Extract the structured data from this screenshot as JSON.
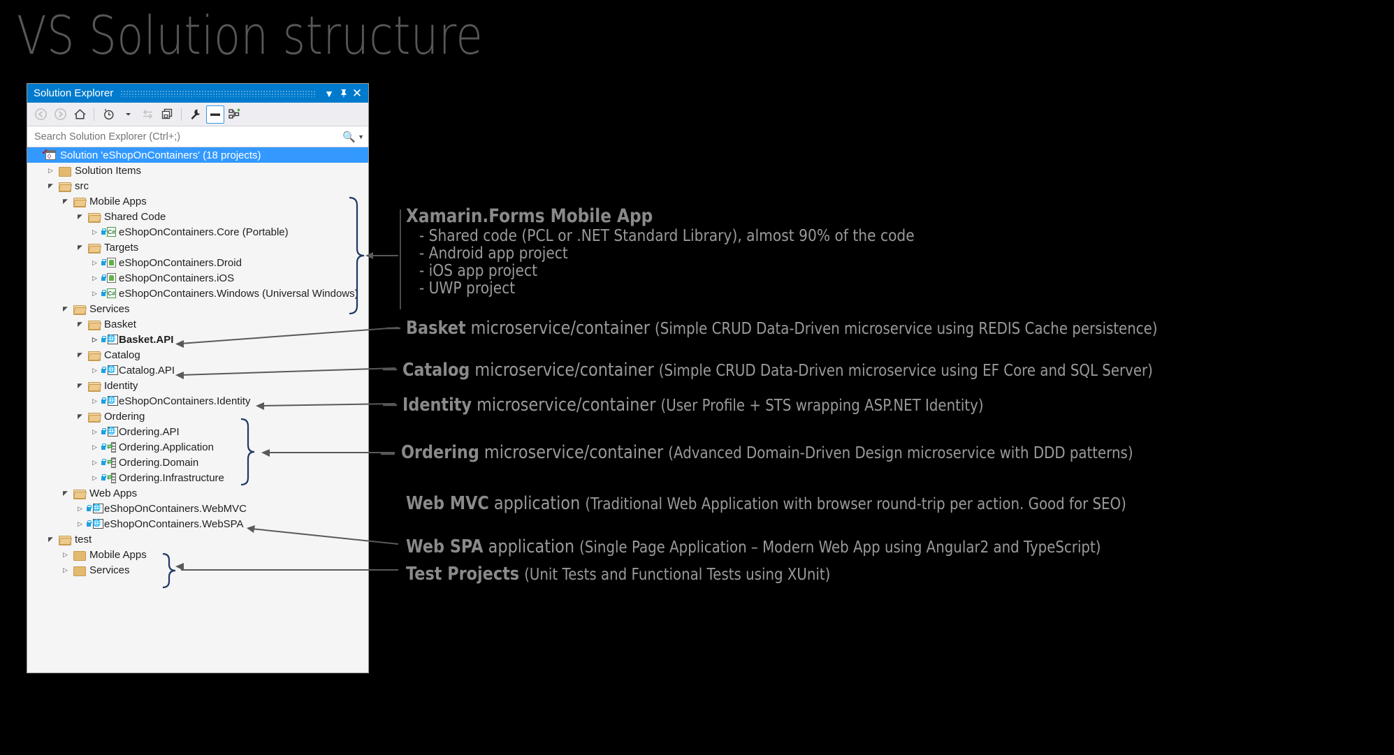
{
  "slide": {
    "title": "VS Solution structure"
  },
  "solution_explorer": {
    "window_title": "Solution Explorer",
    "titlebar_buttons": [
      {
        "name": "dropdown",
        "glyph": "▼"
      },
      {
        "name": "pin",
        "glyph": "⫾"
      },
      {
        "name": "close",
        "glyph": "✕"
      }
    ],
    "toolbar": [
      {
        "name": "back",
        "glyph": "◀"
      },
      {
        "name": "forward",
        "glyph": "▶"
      },
      {
        "name": "home",
        "glyph": "⌂"
      },
      {
        "name": "pending-changes",
        "glyph": "◴"
      },
      {
        "name": "pending-changes-dropdown",
        "glyph": "▾"
      },
      {
        "name": "sync-with-active-document",
        "glyph": "⇆"
      },
      {
        "name": "properties",
        "glyph": "⧉"
      },
      {
        "name": "preview-selected-items",
        "glyph": "⚒"
      },
      {
        "name": "show-all-files",
        "glyph": "➖"
      },
      {
        "name": "collapse-all",
        "glyph": "⛓"
      }
    ],
    "search": {
      "placeholder": "Search Solution Explorer (Ctrl+;)",
      "value": ""
    },
    "tree": [
      {
        "depth": 0,
        "exp": "checked",
        "icon": "solution",
        "label": "Solution 'eShopOnContainers' (18 projects)",
        "selected": true,
        "bold": false
      },
      {
        "depth": 1,
        "exp": "collapsed",
        "icon": "folder-closed",
        "label": "Solution Items",
        "selected": false,
        "bold": false
      },
      {
        "depth": 1,
        "exp": "expanded",
        "icon": "folder-open",
        "label": "src",
        "selected": false,
        "bold": false
      },
      {
        "depth": 2,
        "exp": "expanded",
        "icon": "folder-open",
        "label": "Mobile Apps",
        "selected": false,
        "bold": false
      },
      {
        "depth": 3,
        "exp": "expanded",
        "icon": "folder-open",
        "label": "Shared Code",
        "selected": false,
        "bold": false
      },
      {
        "depth": 4,
        "exp": "collapsed",
        "icon": "project-cs",
        "label": "eShopOnContainers.Core (Portable)",
        "selected": false,
        "bold": false
      },
      {
        "depth": 3,
        "exp": "expanded",
        "icon": "folder-open",
        "label": "Targets",
        "selected": false,
        "bold": false
      },
      {
        "depth": 4,
        "exp": "collapsed",
        "icon": "project-droid",
        "label": "eShopOnContainers.Droid",
        "selected": false,
        "bold": false
      },
      {
        "depth": 4,
        "exp": "collapsed",
        "icon": "project-ios",
        "label": "eShopOnContainers.iOS",
        "selected": false,
        "bold": false
      },
      {
        "depth": 4,
        "exp": "collapsed",
        "icon": "project-cs",
        "label": "eShopOnContainers.Windows (Universal Windows)",
        "selected": false,
        "bold": false
      },
      {
        "depth": 2,
        "exp": "expanded",
        "icon": "folder-open",
        "label": "Services",
        "selected": false,
        "bold": false
      },
      {
        "depth": 3,
        "exp": "expanded",
        "icon": "folder-open",
        "label": "Basket",
        "selected": false,
        "bold": false
      },
      {
        "depth": 4,
        "exp": "collapsed",
        "icon": "project-web",
        "label": "Basket.API",
        "selected": false,
        "bold": true
      },
      {
        "depth": 3,
        "exp": "expanded",
        "icon": "folder-open",
        "label": "Catalog",
        "selected": false,
        "bold": false
      },
      {
        "depth": 4,
        "exp": "collapsed",
        "icon": "project-web",
        "label": "Catalog.API",
        "selected": false,
        "bold": false
      },
      {
        "depth": 3,
        "exp": "expanded",
        "icon": "folder-open",
        "label": "Identity",
        "selected": false,
        "bold": false
      },
      {
        "depth": 4,
        "exp": "collapsed",
        "icon": "project-web",
        "label": "eShopOnContainers.Identity",
        "selected": false,
        "bold": false
      },
      {
        "depth": 3,
        "exp": "expanded",
        "icon": "folder-open",
        "label": "Ordering",
        "selected": false,
        "bold": false
      },
      {
        "depth": 4,
        "exp": "collapsed",
        "icon": "project-web",
        "label": "Ordering.API",
        "selected": false,
        "bold": false
      },
      {
        "depth": 4,
        "exp": "collapsed",
        "icon": "project-lib",
        "label": "Ordering.Application",
        "selected": false,
        "bold": false
      },
      {
        "depth": 4,
        "exp": "collapsed",
        "icon": "project-lib",
        "label": "Ordering.Domain",
        "selected": false,
        "bold": false
      },
      {
        "depth": 4,
        "exp": "collapsed",
        "icon": "project-lib",
        "label": "Ordering.Infrastructure",
        "selected": false,
        "bold": false
      },
      {
        "depth": 2,
        "exp": "expanded",
        "icon": "folder-open",
        "label": "Web Apps",
        "selected": false,
        "bold": false
      },
      {
        "depth": 3,
        "exp": "collapsed",
        "icon": "project-web",
        "label": "eShopOnContainers.WebMVC",
        "selected": false,
        "bold": false
      },
      {
        "depth": 3,
        "exp": "collapsed",
        "icon": "project-web",
        "label": "eShopOnContainers.WebSPA",
        "selected": false,
        "bold": false
      },
      {
        "depth": 1,
        "exp": "expanded",
        "icon": "folder-open",
        "label": "test",
        "selected": false,
        "bold": false
      },
      {
        "depth": 2,
        "exp": "collapsed",
        "icon": "folder-closed",
        "label": "Mobile Apps",
        "selected": false,
        "bold": false
      },
      {
        "depth": 2,
        "exp": "collapsed",
        "icon": "folder-closed",
        "label": "Services",
        "selected": false,
        "bold": false
      }
    ]
  },
  "annotations": {
    "xamarin": {
      "heading": "Xamarin.Forms Mobile App",
      "bullets": [
        "- Shared code (PCL or .NET Standard Library), almost 90% of the code",
        "- Android app project",
        "- iOS app project",
        "- UWP project"
      ]
    },
    "basket": {
      "bold": "Basket",
      "rest": " microservice/container ",
      "paren": "(Simple CRUD Data-Driven microservice using REDIS Cache persistence)"
    },
    "catalog": {
      "bold": "Catalog",
      "rest": " microservice/container ",
      "paren": "(Simple CRUD Data-Driven microservice using EF Core and SQL Server)"
    },
    "identity": {
      "bold": "Identity",
      "rest": " microservice/container ",
      "paren": "(User Profile + STS wrapping ASP.NET Identity)"
    },
    "ordering": {
      "bold": "Ordering",
      "rest": " microservice/container ",
      "paren": "(Advanced Domain-Driven Design microservice with DDD patterns)"
    },
    "webmvc": {
      "bold": "Web MVC",
      "rest": " application ",
      "paren": "(Traditional Web Application with browser round-trip per action. Good for SEO)"
    },
    "webspa": {
      "bold": "Web SPA",
      "rest": " application ",
      "paren": "(Single Page Application – Modern Web App using Angular2 and TypeScript)"
    },
    "test": {
      "bold": "Test Projects",
      "rest": " ",
      "paren": "(Unit Tests and Functional Tests using XUnit)"
    }
  },
  "colors": {
    "background": "#000000",
    "title_gray": "#575757",
    "accent_blue": "#007acc",
    "selection_blue": "#3399ff",
    "bracket_navy": "#1f3864",
    "arrow_gray": "#595959",
    "heading_gray": "#8a8a8a",
    "body_gray": "#9a9a9a"
  }
}
